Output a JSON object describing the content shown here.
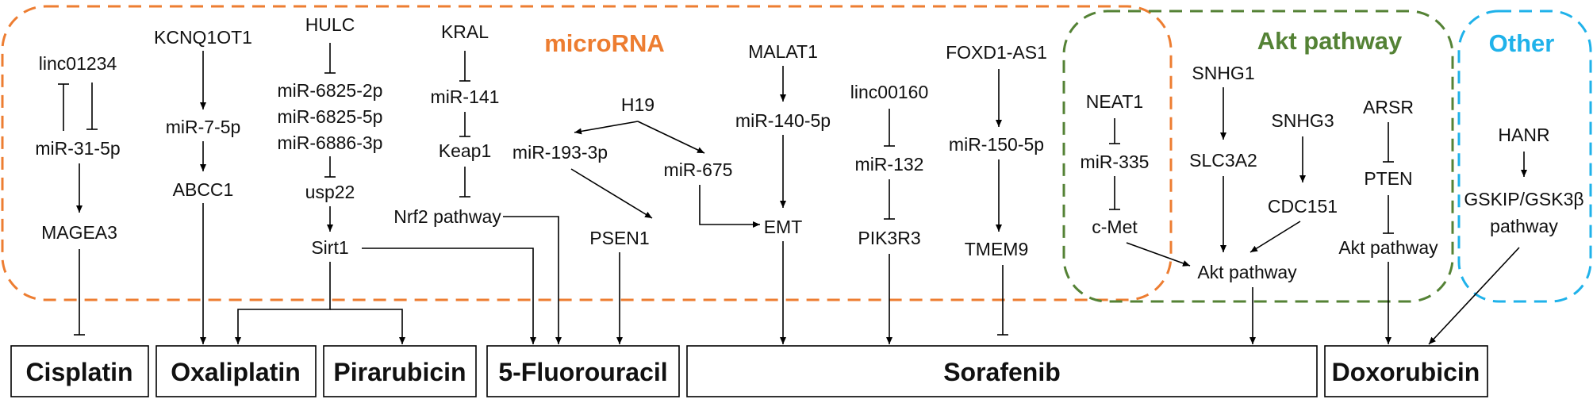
{
  "colors": {
    "microrna": "#ED7D31",
    "akt": "#548235",
    "other": "#1FB2EA",
    "line": "#000000",
    "text": "#111111"
  },
  "regions": {
    "microrna": "microRNA",
    "akt": "Akt pathway",
    "other": "Other"
  },
  "nodes": {
    "linc01234": "linc01234",
    "mir31": "miR-31-5p",
    "magea3": "MAGEA3",
    "kcnq1ot1": "KCNQ1OT1",
    "mir7": "miR-7-5p",
    "abcc1": "ABCC1",
    "hulc": "HULC",
    "mir6825_2p": "miR-6825-2p",
    "mir6825_5p": "miR-6825-5p",
    "mir6886": "miR-6886-3p",
    "usp22": "usp22",
    "sirt1": "Sirt1",
    "kral": "KRAL",
    "mir141": "miR-141",
    "keap1": "Keap1",
    "nrf2": "Nrf2 pathway",
    "h19": "H19",
    "mir193": "miR-193-3p",
    "mir675": "miR-675",
    "psen1": "PSEN1",
    "malat1": "MALAT1",
    "mir140": "miR-140-5p",
    "emt": "EMT",
    "linc00160": "linc00160",
    "mir132": "miR-132",
    "pik3r3": "PIK3R3",
    "foxd1": "FOXD1-AS1",
    "mir150": "miR-150-5p",
    "tmem9": "TMEM9",
    "neat1": "NEAT1",
    "mir335": "miR-335",
    "cmet": "c-Met",
    "snhg1": "SNHG1",
    "slc3a2": "SLC3A2",
    "snhg3": "SNHG3",
    "cdc151": "CDC151",
    "akt_mid": "Akt pathway",
    "arsr": "ARSR",
    "pten": "PTEN",
    "akt_right": "Akt pathway",
    "hanr": "HANR",
    "gskip_1": "GSKIP/GSK3β",
    "gskip_2": "pathway"
  },
  "drugs": {
    "cisplatin": "Cisplatin",
    "oxaliplatin": "Oxaliplatin",
    "pirarubicin": "Pirarubicin",
    "fluorouracil": "5-Fluorouracil",
    "sorafenib": "Sorafenib",
    "doxorubicin": "Doxorubicin"
  }
}
